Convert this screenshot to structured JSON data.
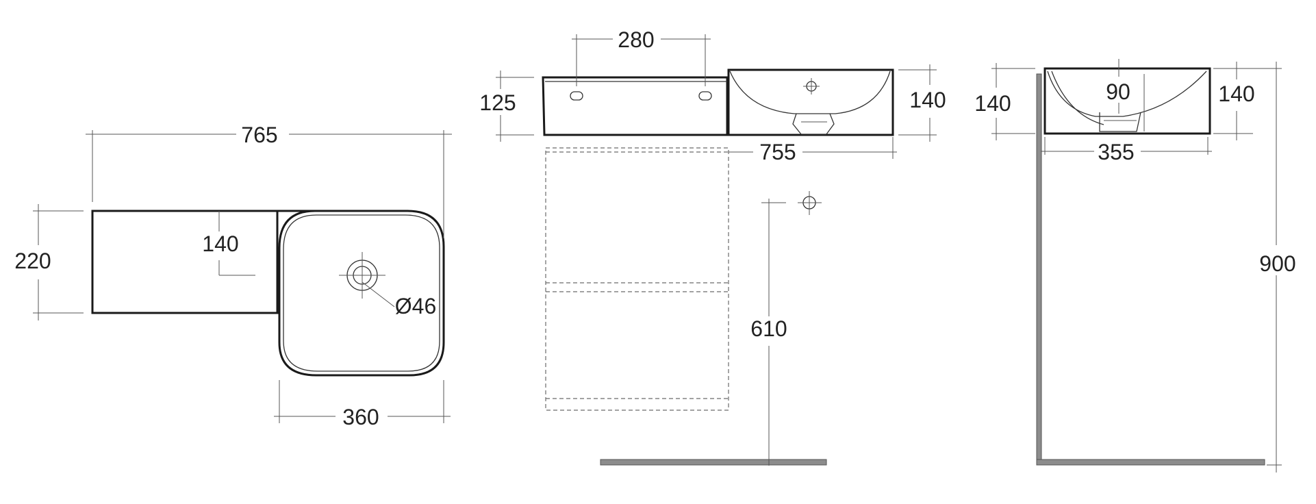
{
  "dimensions": {
    "top_view": {
      "overall_width": "765",
      "depth": "220",
      "tap_offset": "140",
      "basin_width": "360",
      "waste_diameter": "Ø46"
    },
    "front_view": {
      "rail_spacing": "280",
      "shelf_height": "125",
      "basin_height": "140",
      "unit_width": "755",
      "height_from_floor": "610"
    },
    "side_view": {
      "outer_height_left": "140",
      "bowl_depth": "90",
      "outer_height_right": "140",
      "projection": "355",
      "total_height": "900"
    }
  },
  "colors": {
    "line": "#1a1a1a",
    "floor": "#8c8c8c"
  }
}
